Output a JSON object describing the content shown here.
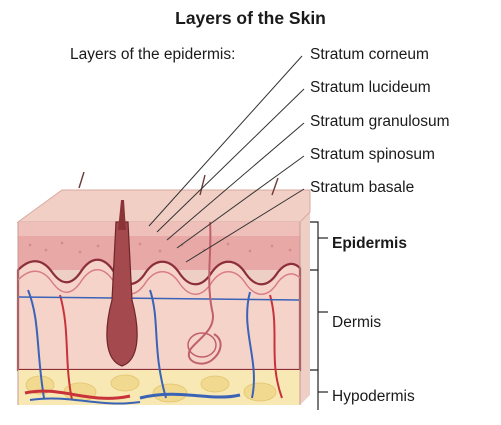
{
  "title": "Layers of the Skin",
  "epidermis_heading": "Layers of the epidermis:",
  "epidermis_layers": [
    "Stratum corneum",
    "Stratum lucideum",
    "Stratum granulosum",
    "Stratum spinosum",
    "Stratum basale"
  ],
  "regions": {
    "epidermis": "Epidermis",
    "dermis": "Dermis",
    "hypodermis": "Hypodermis"
  },
  "colors": {
    "surface": "#f1cfc4",
    "epidermis": "#e5a3a3",
    "dermis": "#f5d3c9",
    "hypodermis": "#f7e8b4",
    "hair": "#8a3438",
    "artery": "#c8333a",
    "vein": "#3a63b8"
  }
}
